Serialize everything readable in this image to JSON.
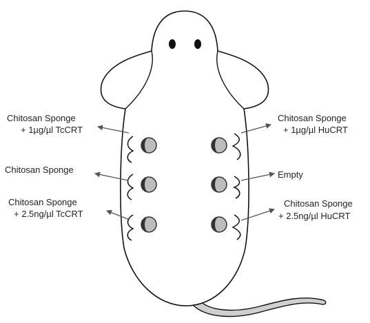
{
  "diagram": {
    "left_labels": [
      {
        "line1": "Chitosan Sponge",
        "line2": "+ 1µg/µl TcCRT"
      },
      {
        "line1": "Chitosan Sponge",
        "line2": ""
      },
      {
        "line1": "Chitosan Sponge",
        "line2": "+ 2.5ng/µl TcCRT"
      }
    ],
    "right_labels": [
      {
        "line1": "Chitosan Sponge",
        "line2": "+ 1µg/µl HuCRT"
      },
      {
        "line1": "Empty",
        "line2": ""
      },
      {
        "line1": "Chitosan Sponge",
        "line2": "+ 2.5ng/µl HuCRT"
      }
    ],
    "colors": {
      "outline": "#111111",
      "implant_fill": "#bdbdbd",
      "implant_dark": "#333333",
      "tail_fill": "#cfcfcf",
      "arrow": "#555555"
    }
  }
}
